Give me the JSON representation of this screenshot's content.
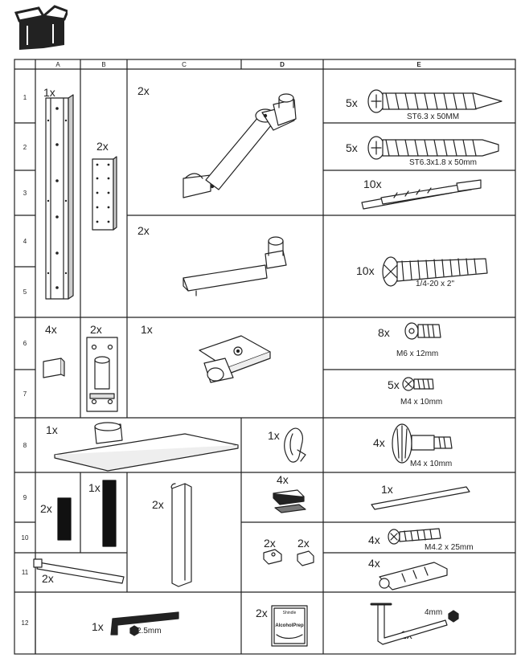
{
  "columns": [
    "A",
    "B",
    "C",
    "D",
    "E"
  ],
  "rows": [
    "1",
    "2",
    "3",
    "4",
    "5",
    "6",
    "7",
    "8",
    "9",
    "10",
    "11",
    "12"
  ],
  "parts": {
    "a1": {
      "qty": "1x"
    },
    "b1": {
      "qty": "2x"
    },
    "c1": {
      "qty": "2x"
    },
    "c4": {
      "qty": "2x"
    },
    "e1": {
      "qty": "5x",
      "label": "ST6.3 x 50MM"
    },
    "e2": {
      "qty": "5x",
      "label": "ST6.3x1.8 x 50mm"
    },
    "e3": {
      "qty": "10x"
    },
    "e4": {
      "qty": "10x",
      "label": "1/4-20 x 2\""
    },
    "a6": {
      "qty": "4x"
    },
    "b6": {
      "qty": "2x"
    },
    "c6": {
      "qty": "1x"
    },
    "e6": {
      "qty": "8x",
      "label": "M6 x 12mm"
    },
    "e7": {
      "qty": "5x",
      "label": "M4 x 10mm"
    },
    "a8": {
      "qty": "1x"
    },
    "d8": {
      "qty": "1x"
    },
    "e8": {
      "qty": "4x",
      "label": "M4 x 10mm"
    },
    "a9": {
      "qty": "2x"
    },
    "b9": {
      "qty": "1x"
    },
    "c9": {
      "qty": "2x"
    },
    "d9": {
      "qty": "4x"
    },
    "e9": {
      "qty": "1x"
    },
    "d10a": {
      "qty": "2x"
    },
    "d10b": {
      "qty": "2x"
    },
    "e10": {
      "qty": "4x",
      "label": "M4.2 x 25mm"
    },
    "a11": {
      "qty": "2x"
    },
    "e11": {
      "qty": "4x"
    },
    "a12": {
      "qty": "1x",
      "label": "2.5mm"
    },
    "d12": {
      "qty": "2x",
      "pack_top": "Shindle",
      "pack_brand": "AlcoholPrep"
    },
    "e12": {
      "qty": "1x",
      "label": "4mm"
    }
  }
}
